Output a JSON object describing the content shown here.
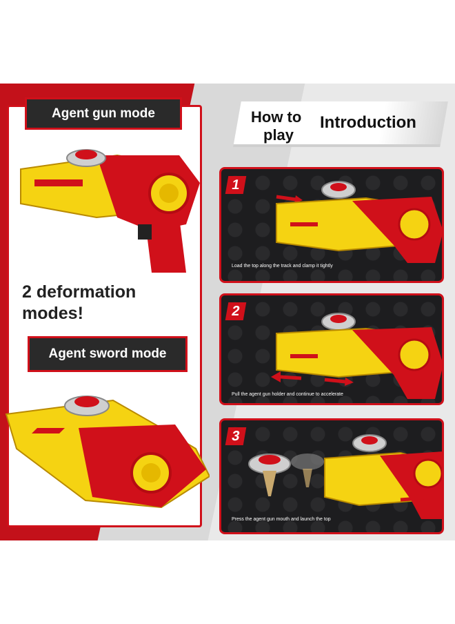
{
  "left": {
    "gun_mode_label": "Agent gun mode",
    "deform_line1": "2 deformation",
    "deform_line2": "modes!",
    "sword_mode_label": "Agent sword mode"
  },
  "right": {
    "howto_word1": "How to",
    "howto_word2": "play",
    "howto_word3": "Introduction",
    "steps": [
      {
        "num": "1",
        "caption": "Load the top along the track and clamp it tightly"
      },
      {
        "num": "2",
        "caption": "Pull the agent gun holder and continue to accelerate"
      },
      {
        "num": "3",
        "caption": "Press the agent gun mouth and launch the top"
      }
    ]
  },
  "colors": {
    "accent_red": "#d0101a",
    "toy_yellow": "#f5d312",
    "dark_panel": "#1d1d1f"
  },
  "icons": [
    "spinning-top",
    "toy-gun",
    "arrow-right",
    "arrow-left"
  ]
}
